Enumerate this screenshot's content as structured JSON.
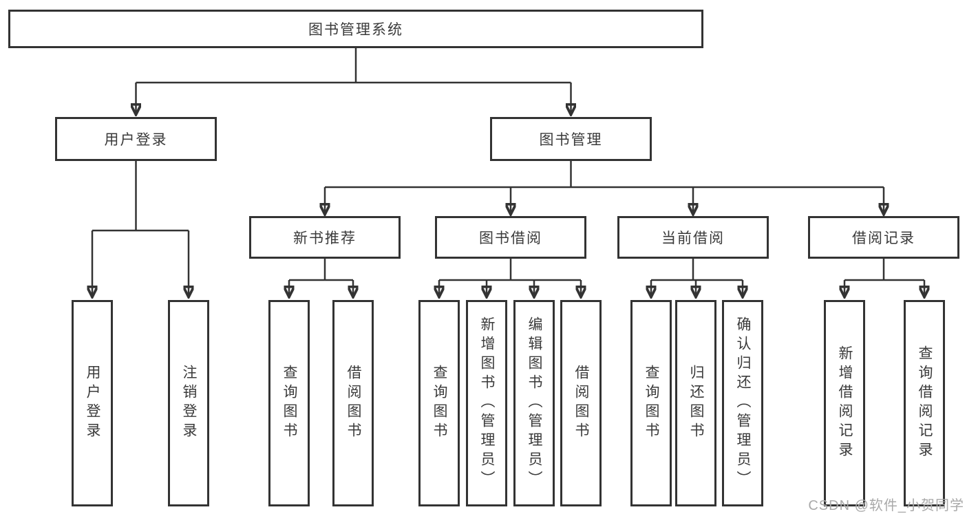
{
  "colors": {
    "line": "#333333",
    "text": "#3a3a3a",
    "watermark": "#a9a9a9",
    "background": "#ffffff"
  },
  "watermark": {
    "text": "CSDN @软件_小贺同学"
  },
  "tree": {
    "root": {
      "label": "图书管理系统",
      "children": [
        {
          "label": "用户登录",
          "children": [
            {
              "label": "用户登录"
            },
            {
              "label": "注销登录"
            }
          ]
        },
        {
          "label": "图书管理",
          "children": [
            {
              "label": "新书推荐",
              "children": [
                {
                  "label": "查询图书"
                },
                {
                  "label": "借阅图书"
                }
              ]
            },
            {
              "label": "图书借阅",
              "children": [
                {
                  "label": "查询图书"
                },
                {
                  "label": "新增图书（管理员）"
                },
                {
                  "label": "编辑图书（管理员）"
                },
                {
                  "label": "借阅图书"
                }
              ]
            },
            {
              "label": "当前借阅",
              "children": [
                {
                  "label": "查询图书"
                },
                {
                  "label": "归还图书"
                },
                {
                  "label": "确认归还（管理员）"
                }
              ]
            },
            {
              "label": "借阅记录",
              "children": [
                {
                  "label": "新增借阅记录"
                },
                {
                  "label": "查询借阅记录"
                }
              ]
            }
          ]
        }
      ]
    }
  }
}
